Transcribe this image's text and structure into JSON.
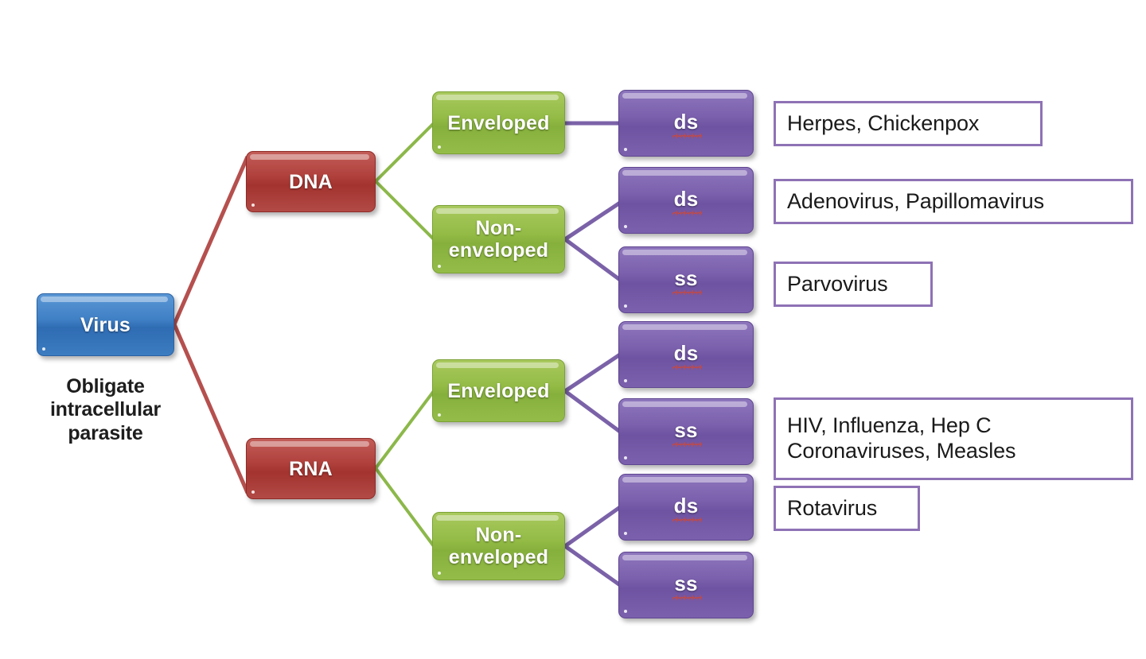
{
  "diagram": {
    "title": "Virus classification tree",
    "root": {
      "label": "Virus",
      "caption": "Obligate\nintracellular\nparasite",
      "color": "#3f7fc4"
    },
    "genome_nodes": [
      {
        "label": "DNA",
        "color": "#b0413d"
      },
      {
        "label": "RNA",
        "color": "#b0413d"
      }
    ],
    "envelope_nodes": [
      {
        "label": "Enveloped",
        "color": "#93bb46"
      },
      {
        "label": "Non-\nenveloped",
        "color": "#93bb46"
      },
      {
        "label": "Enveloped",
        "color": "#93bb46"
      },
      {
        "label": "Non-\nenveloped",
        "color": "#93bb46"
      }
    ],
    "strand_nodes": [
      {
        "label": "ds",
        "color": "#7b60ad",
        "misspelled": true
      },
      {
        "label": "ds",
        "color": "#7b60ad",
        "misspelled": true
      },
      {
        "label": "ss",
        "color": "#7b60ad",
        "misspelled": true
      },
      {
        "label": "ds",
        "color": "#7b60ad",
        "misspelled": true
      },
      {
        "label": "ss",
        "color": "#7b60ad",
        "misspelled": true
      },
      {
        "label": "ds",
        "color": "#7b60ad",
        "misspelled": true
      },
      {
        "label": "ss",
        "color": "#7b60ad",
        "misspelled": true
      }
    ],
    "examples": [
      {
        "text": "Herpes, Chickenpox"
      },
      {
        "text": "Adenovirus, Papillomavirus"
      },
      {
        "text": "Parvovirus"
      },
      {
        "text": "HIV, Influenza, Hep C\nCoronaviruses, Measles"
      },
      {
        "text": "Rotavirus"
      }
    ],
    "colors": {
      "connector_red": "#b5504e",
      "connector_green": "#8cb84a",
      "connector_purple": "#7b62a8",
      "callout_border": "#8e72b5",
      "spellcheck_underline": "#e1441f"
    }
  }
}
